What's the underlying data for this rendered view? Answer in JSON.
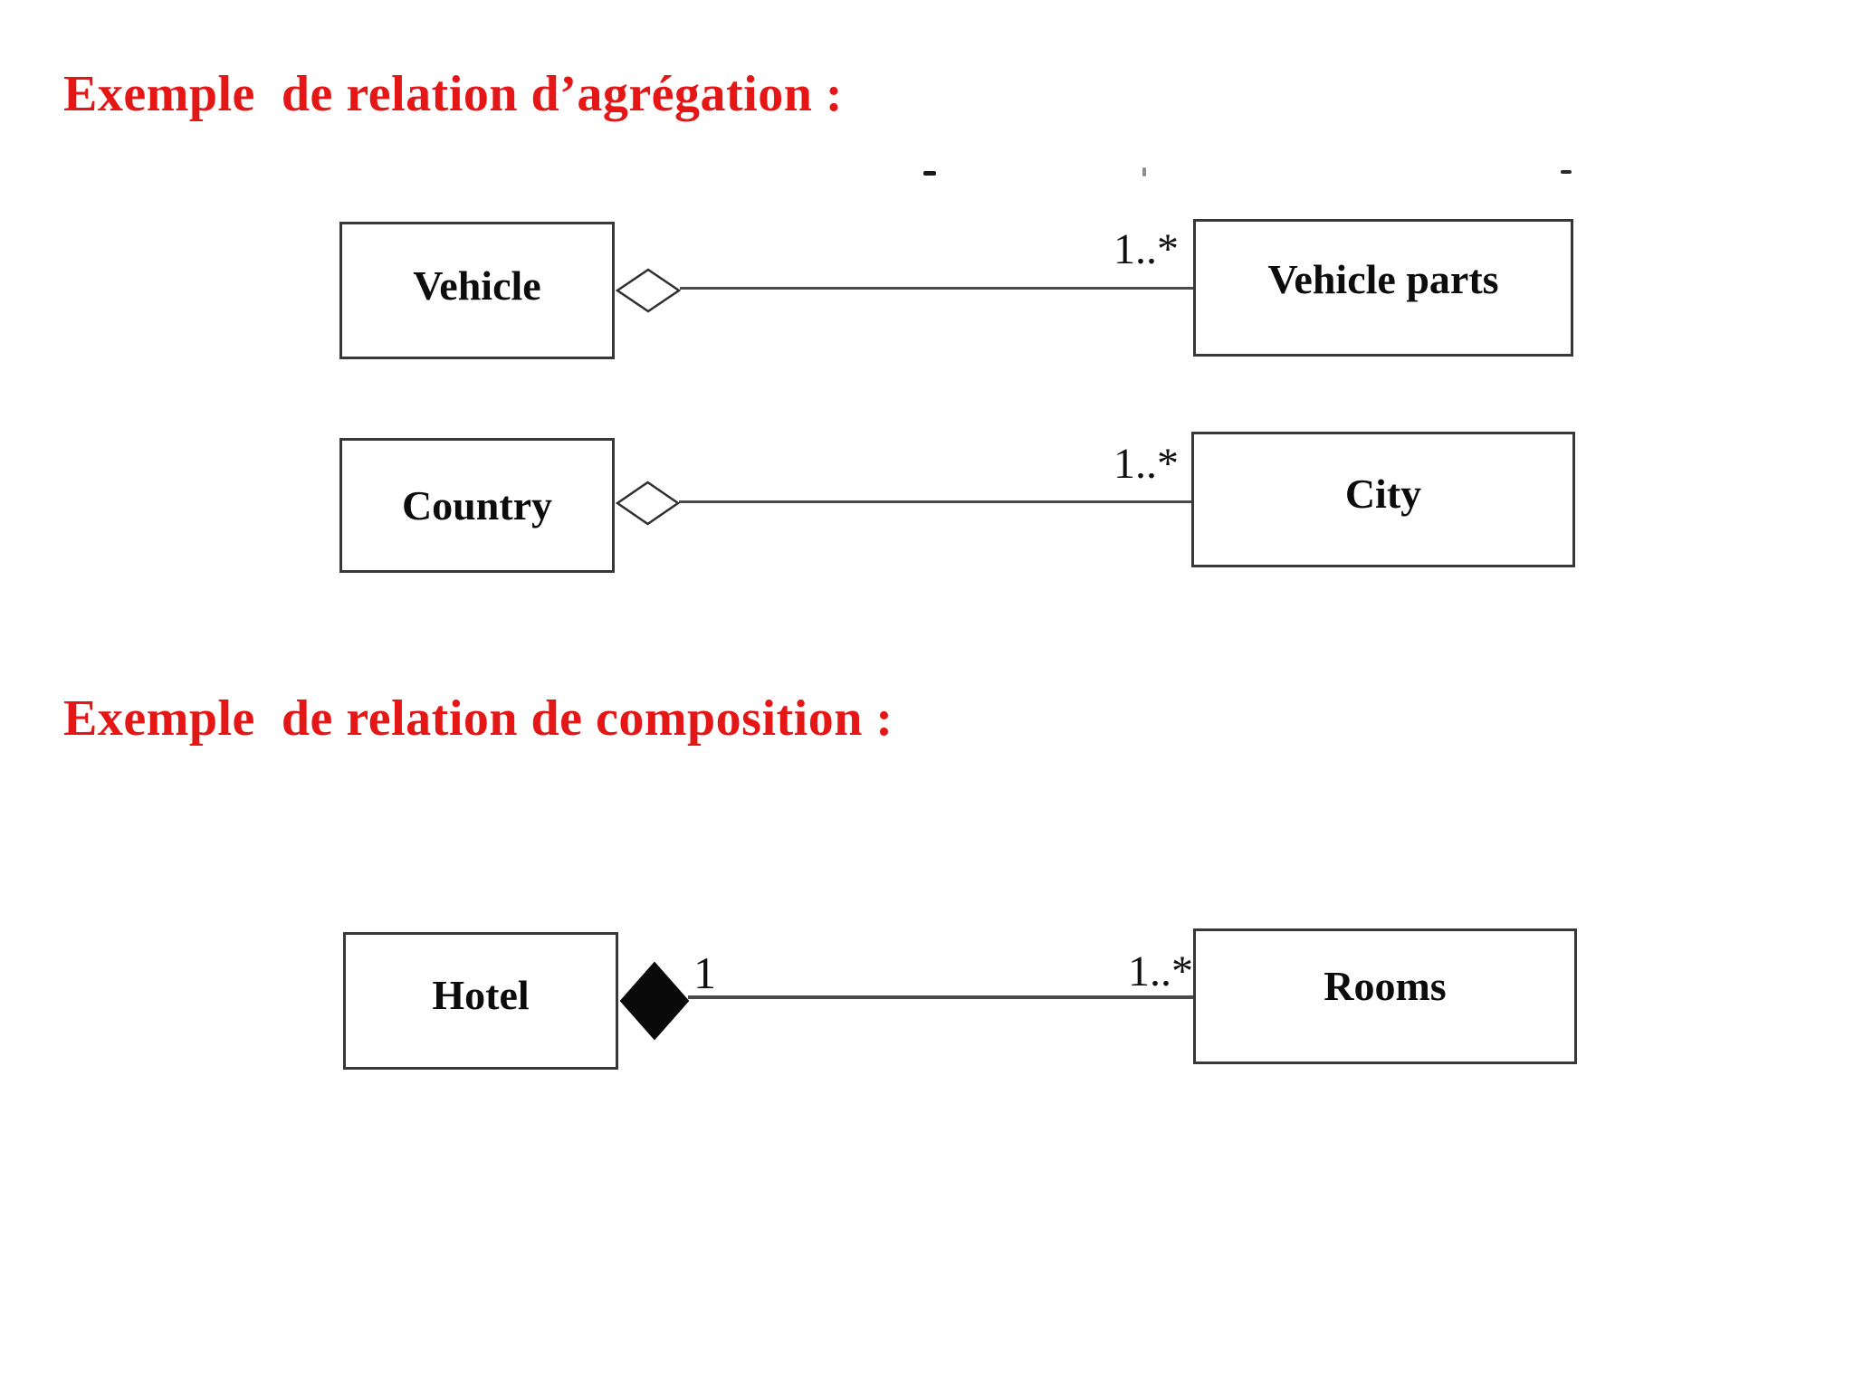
{
  "titles": {
    "aggregation": "Exemple  de relation d’agrégation :",
    "composition": "Exemple  de relation de composition :"
  },
  "diagram": {
    "relations": [
      {
        "kind": "aggregation",
        "from": "Vehicle",
        "to": "Vehicle parts",
        "to_multiplicity": "1..*"
      },
      {
        "kind": "aggregation",
        "from": "Country",
        "to": "City",
        "to_multiplicity": "1..*"
      },
      {
        "kind": "composition",
        "from": "Hotel",
        "from_multiplicity": "1",
        "to": "Rooms",
        "to_multiplicity": "1..*"
      }
    ]
  },
  "colors": {
    "title_red": "#e41616",
    "box_border": "#383838",
    "connector_line": "#4a4a4a",
    "label_text": "#0c0c0c",
    "aggregation_diamond_fill": "#ffffff",
    "composition_diamond_fill": "#0a0a0a"
  }
}
